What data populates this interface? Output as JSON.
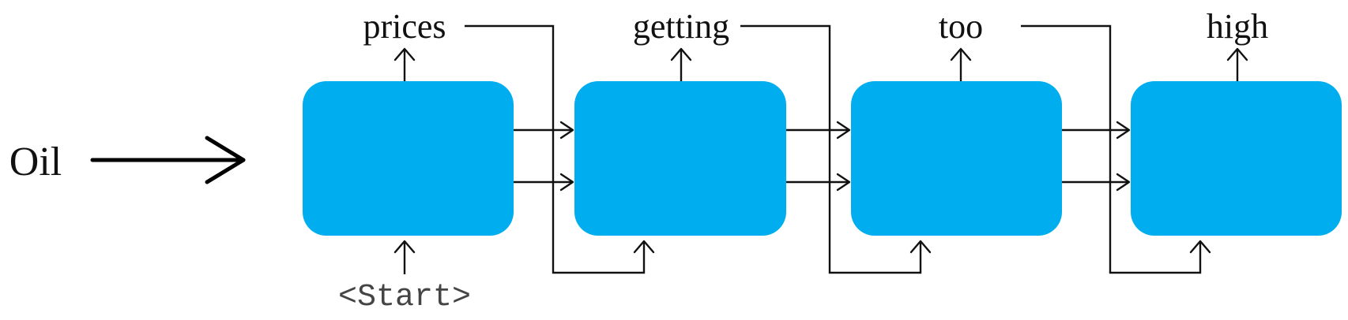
{
  "diagram": {
    "input_word": "Oil",
    "start_token": "<Start>",
    "output_words": [
      "prices",
      "getting",
      "too",
      "high"
    ]
  },
  "colors": {
    "cell": "#00AEEF",
    "line": "#111111",
    "start_text": "#444444"
  }
}
